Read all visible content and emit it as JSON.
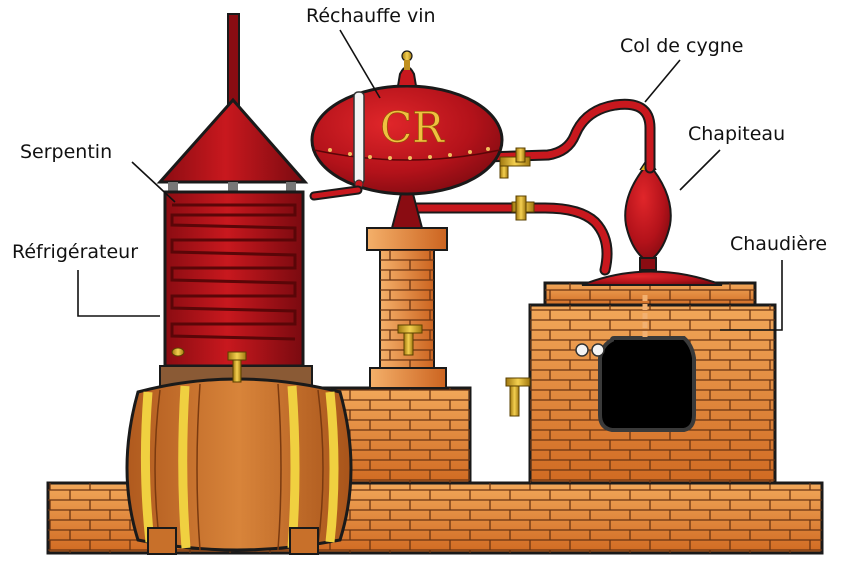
{
  "labels": {
    "rechauffe_vin": "Réchauffe vin",
    "col_de_cygne": "Col de cygne",
    "chapiteau": "Chapiteau",
    "serpentin": "Serpentin",
    "refrigerateur": "Réfrigérateur",
    "chaudiere": "Chaudière"
  },
  "logo": "CR",
  "colors": {
    "copper_red": "#b3121a",
    "copper_dark": "#6e0a0e",
    "brick": "#d9772f",
    "brick_light": "#f0a860",
    "mortar": "#5a2a10",
    "brass": "#e0b020",
    "wood": "#c8702a",
    "hoop": "#f0d040",
    "firebox": "#000000"
  }
}
